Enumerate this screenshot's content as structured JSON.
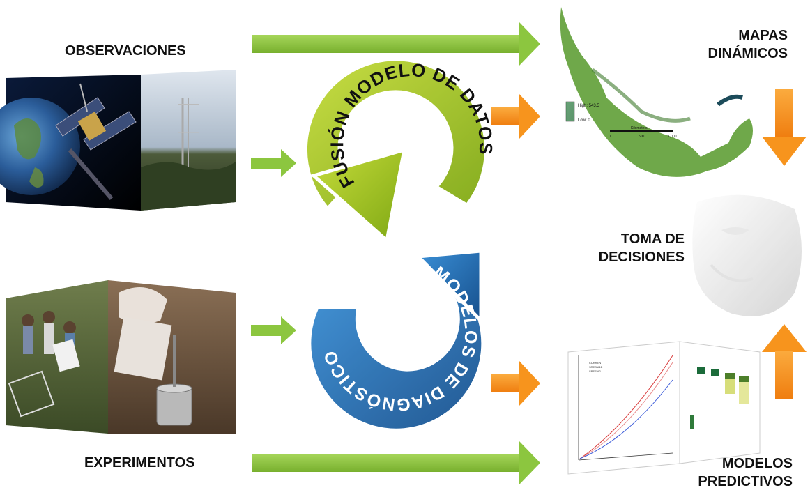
{
  "labels": {
    "observaciones": "OBSERVACIONES",
    "experimentos": "EXPERIMENTOS",
    "mapas_line1": "MAPAS",
    "mapas_line2": "DINÁMICOS",
    "toma_line1": "TOMA DE",
    "toma_line2": "DECISIONES",
    "modelos_line1": "MODELOS",
    "modelos_line2": "PREDICTIVOS"
  },
  "cycle_top": {
    "text": "FUSIÓN MODELO DE DATOS",
    "color": "#9bbf1a"
  },
  "cycle_bottom": {
    "text": "MODELOS DE DIAGNÓSTICO",
    "color": "#1f6fb5"
  },
  "map": {
    "legend_high": "High: 543.5",
    "legend_low": "Low: 0",
    "scale_unit": "Kilometers",
    "scale_ticks": [
      "0",
      "500",
      "1,000"
    ]
  },
  "chart_panel": {
    "legend": [
      "CURRENT",
      "SRES A1B",
      "SRES A2"
    ]
  },
  "colors": {
    "green_arrow": "#8cc63f",
    "orange_arrow": "#f7941d",
    "blue": "#1f6fb5",
    "lime": "#9bbf1a"
  }
}
